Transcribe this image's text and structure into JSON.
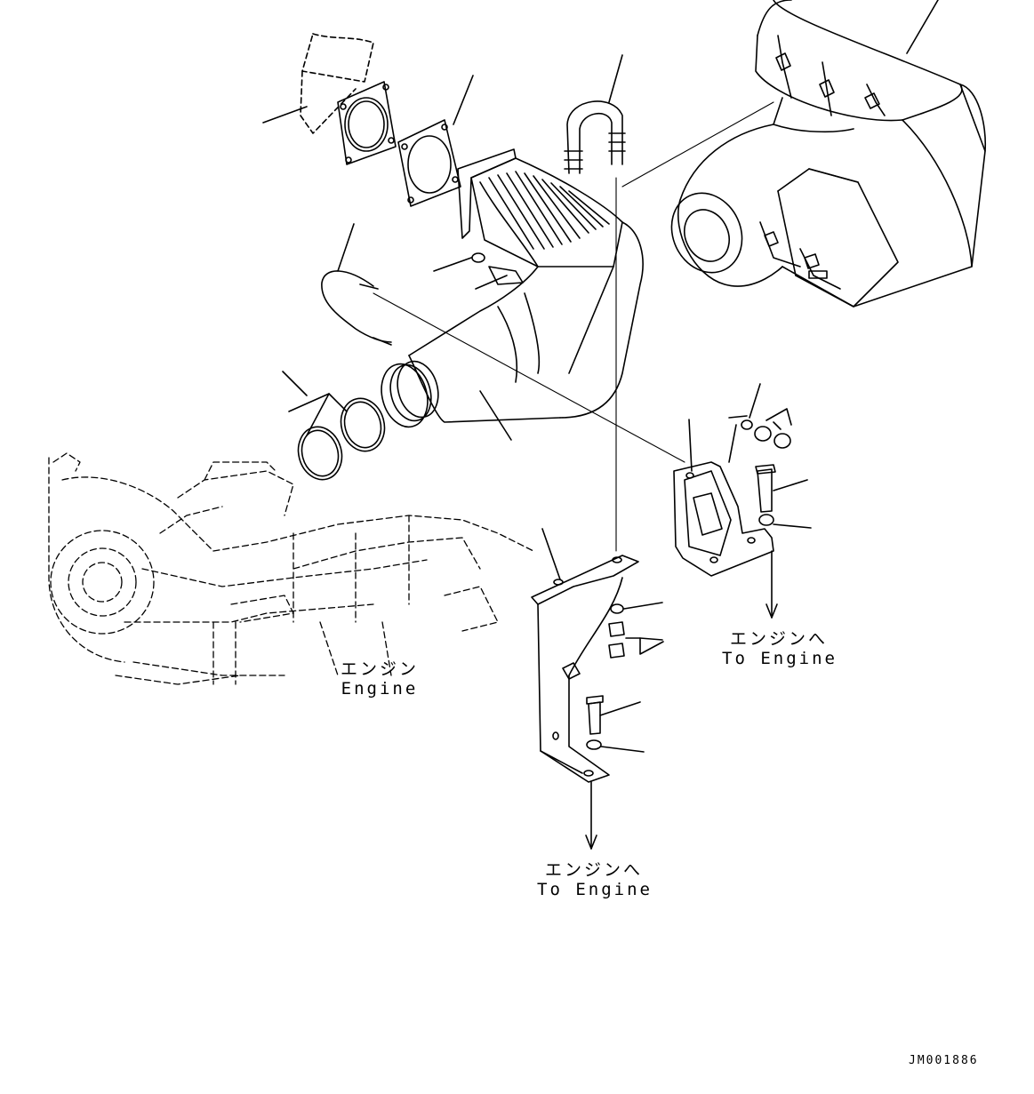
{
  "labels": {
    "engine_jp": "エンジン",
    "engine_en": "Engine",
    "to_engine_right_jp": "エンジンへ",
    "to_engine_right_en": "To Engine",
    "to_engine_bottom_jp": "エンジンへ",
    "to_engine_bottom_en": "To Engine"
  },
  "drawing_code": "JM001886",
  "colors": {
    "line": "#000000",
    "background": "#ffffff"
  }
}
